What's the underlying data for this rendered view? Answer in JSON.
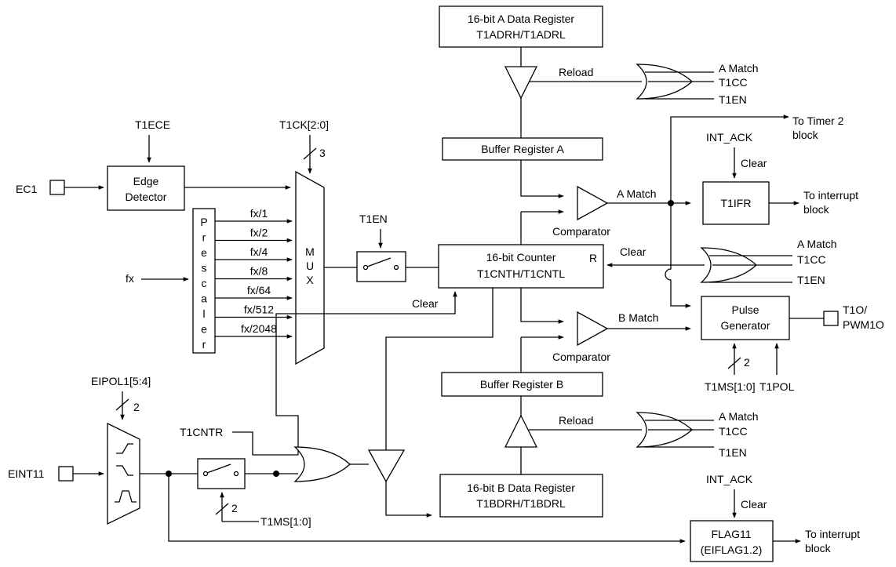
{
  "labels": {
    "a_data_reg_1": "16-bit A Data Register",
    "a_data_reg_2": "T1ADRH/T1ADRL",
    "reload_a": "Reload",
    "or_a_in1": "A Match",
    "or_a_in2": "T1CC",
    "or_a_in3": "T1EN",
    "to_timer2_1": "To Timer 2",
    "to_timer2_2": "block",
    "int_ack_top": "INT_ACK",
    "clear_t1ifr": "Clear",
    "t1ece": "T1ECE",
    "t1ck": "T1CK[2:0]",
    "bus3": "3",
    "buffer_a": "Buffer Register A",
    "ec1": "EC1",
    "edge_det_1": "Edge",
    "edge_det_2": "Detector",
    "prescaler": [
      "P",
      "r",
      "e",
      "s",
      "c",
      "a",
      "l",
      "e",
      "r"
    ],
    "fx_divs": [
      "fx/1",
      "fx/2",
      "fx/4",
      "fx/8",
      "fx/64",
      "fx/512",
      "fx/2048"
    ],
    "fx": "fx",
    "mux": [
      "M",
      "U",
      "X"
    ],
    "t1en_sw": "T1EN",
    "a_match_out": "A Match",
    "comparator_a": "Comparator",
    "t1ifr": "T1IFR",
    "to_int_1a": "To interrupt",
    "to_int_1b": "block",
    "counter_1": "16-bit Counter",
    "counter_2": "T1CNTH/T1CNTL",
    "counter_r": "R",
    "clear_counter_r": "Clear",
    "or_c_in1": "A Match",
    "or_c_in2": "T1CC",
    "or_c_in3": "T1EN",
    "clear_counter_bottom": "Clear",
    "pulse_gen_1": "Pulse",
    "pulse_gen_2": "Generator",
    "t1o_1": "T1O/",
    "t1o_2": "PWM1O",
    "b_match_out": "B Match",
    "comparator_b": "Comparator",
    "bus2_pulse": "2",
    "t1ms_pulse": "T1MS[1:0]",
    "t1pol": "T1POL",
    "eipol": "EIPOL1[5:4]",
    "bus2_eipol": "2",
    "buffer_b": "Buffer Register B",
    "reload_b": "Reload",
    "or_b_in1": "A Match",
    "or_b_in2": "T1CC",
    "or_b_in3": "T1EN",
    "t1cntr": "T1CNTR",
    "eint11": "EINT11",
    "bus2_sw": "2",
    "t1ms_sw": "T1MS[1:0]",
    "b_data_reg_1": "16-bit B Data Register",
    "b_data_reg_2": "T1BDRH/T1BDRL",
    "int_ack_bottom": "INT_ACK",
    "clear_flag": "Clear",
    "flag_1": "FLAG11",
    "flag_2": "(EIFLAG1.2)",
    "to_int_2a": "To interrupt",
    "to_int_2b": "block"
  }
}
